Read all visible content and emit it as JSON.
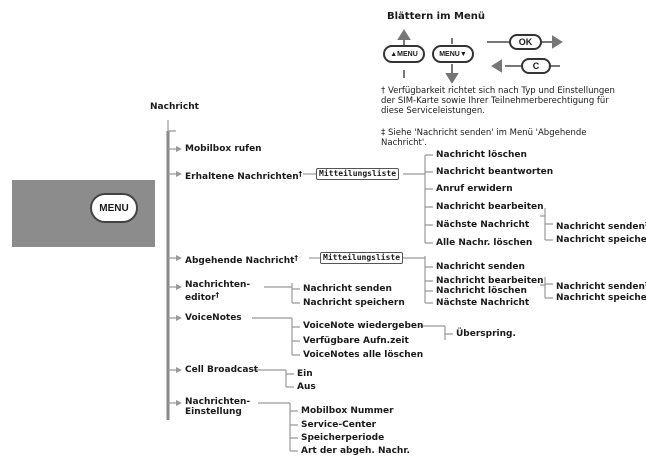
{
  "legend": {
    "title": "Blättern im Menü",
    "key_menu_up": "▲MENU",
    "key_menu_down": "MENU▼",
    "key_ok": "OK",
    "key_c": "C"
  },
  "notes": {
    "dagger": "† Verfügbarkeit richtet sich nach Typ und Einstellungen der SIM-Karte sowie Ihrer Teilnehmerberechtigung für diese Serviceleistungen.",
    "ddagger": "‡ Siehe 'Nachricht senden' im Menü 'Abgehende Nachricht'."
  },
  "phone": {
    "menu_key": "MENU"
  },
  "root": "Nachricht",
  "level1": {
    "mobilbox": "Mobilbox rufen",
    "erhaltene": "Erhaltene Nachrichten",
    "abgehende": "Abgehende Nachricht",
    "editor_line1": "Nachrichten-",
    "editor_line2": "editor",
    "voicenotes": "VoiceNotes",
    "cell": "Cell Broadcast",
    "einst_line1": "Nachrichten-",
    "einst_line2": "Einstellung"
  },
  "dagger": "†",
  "ddagger": "‡",
  "lcd_label": "Mitteilungsliste",
  "erhaltene_items": [
    "Nachricht löschen",
    "Nachricht beantworten",
    "Anruf erwidern",
    "Nachricht bearbeiten",
    "Nächste Nachricht",
    "Alle Nachr. löschen"
  ],
  "bearbeiten_items_1": [
    "Nachricht senden",
    "Nachricht speichern"
  ],
  "abgehende_items": [
    "Nachricht senden",
    "Nachricht bearbeiten",
    "Nachricht löschen",
    "Nächste Nachricht"
  ],
  "bearbeiten_items_2": [
    "Nachricht senden",
    "Nachricht speichern"
  ],
  "editor_items": [
    "Nachricht senden",
    "Nachricht speichern"
  ],
  "voicenotes_items": [
    "VoiceNote wiedergeben",
    "Verfügbare Aufn.zeit",
    "VoiceNotes alle löschen"
  ],
  "voicenote_sub": "Überspring.",
  "cell_items": [
    "Ein",
    "Aus"
  ],
  "einst_items": [
    "Mobilbox Nummer",
    "Service-Center",
    "Speicherperiode",
    "Art der abgeh. Nachr."
  ]
}
